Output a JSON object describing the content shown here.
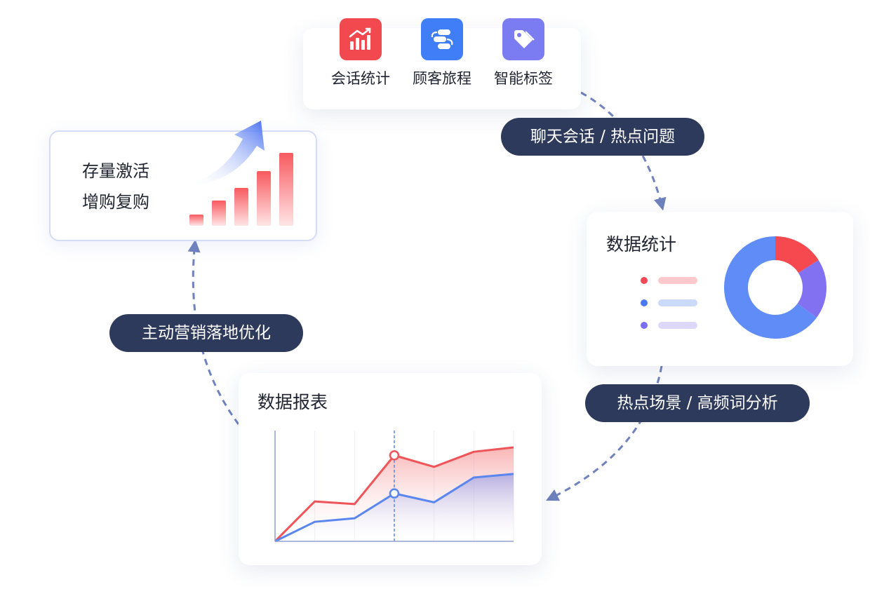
{
  "features": {
    "items": [
      {
        "label": "会话统计",
        "icon": "bar-chart-trend-icon",
        "color": "#f2494f"
      },
      {
        "label": "顾客旅程",
        "icon": "journey-path-icon",
        "color": "#3f7ef7"
      },
      {
        "label": "智能标签",
        "icon": "tag-icon",
        "color": "#7b7cf2"
      }
    ]
  },
  "activation": {
    "line1": "存量激活",
    "line2": "增购复购",
    "bar_colors": {
      "top": "#f75a5f",
      "bottom": "#ffe5e6"
    },
    "arrow_color": "#4a72f0"
  },
  "stats": {
    "title": "数据统计",
    "legend": [
      {
        "dot": "#ef4a55",
        "bar": "#ffc8ca"
      },
      {
        "dot": "#4b7af0",
        "bar": "#cbdaf9"
      },
      {
        "dot": "#7b6ef2",
        "bar": "#ddd8fb"
      }
    ],
    "donut": {
      "segments": [
        {
          "value": 16,
          "color": "#f6484f"
        },
        {
          "value": 19,
          "color": "#8272f2"
        },
        {
          "value": 65,
          "color": "#5f8cf7"
        }
      ]
    }
  },
  "report": {
    "title": "数据报表",
    "chart": {
      "red": {
        "color": "#ef5558",
        "values": [
          0,
          45,
          42,
          97,
          84,
          101,
          106
        ]
      },
      "blue": {
        "color": "#5a86ef",
        "values": [
          0,
          22,
          26,
          54,
          44,
          72,
          76
        ]
      },
      "highlight_index": 3,
      "axis_color": "#8fa0cf"
    }
  },
  "pills": {
    "chat": "聊天会话 / 热点问题",
    "scenes": "热点场景 / 高频词分析",
    "marketing": "主动营销落地优化"
  },
  "colors": {
    "pill_bg": "#2e3a5b",
    "dash": "#6f82bd"
  }
}
